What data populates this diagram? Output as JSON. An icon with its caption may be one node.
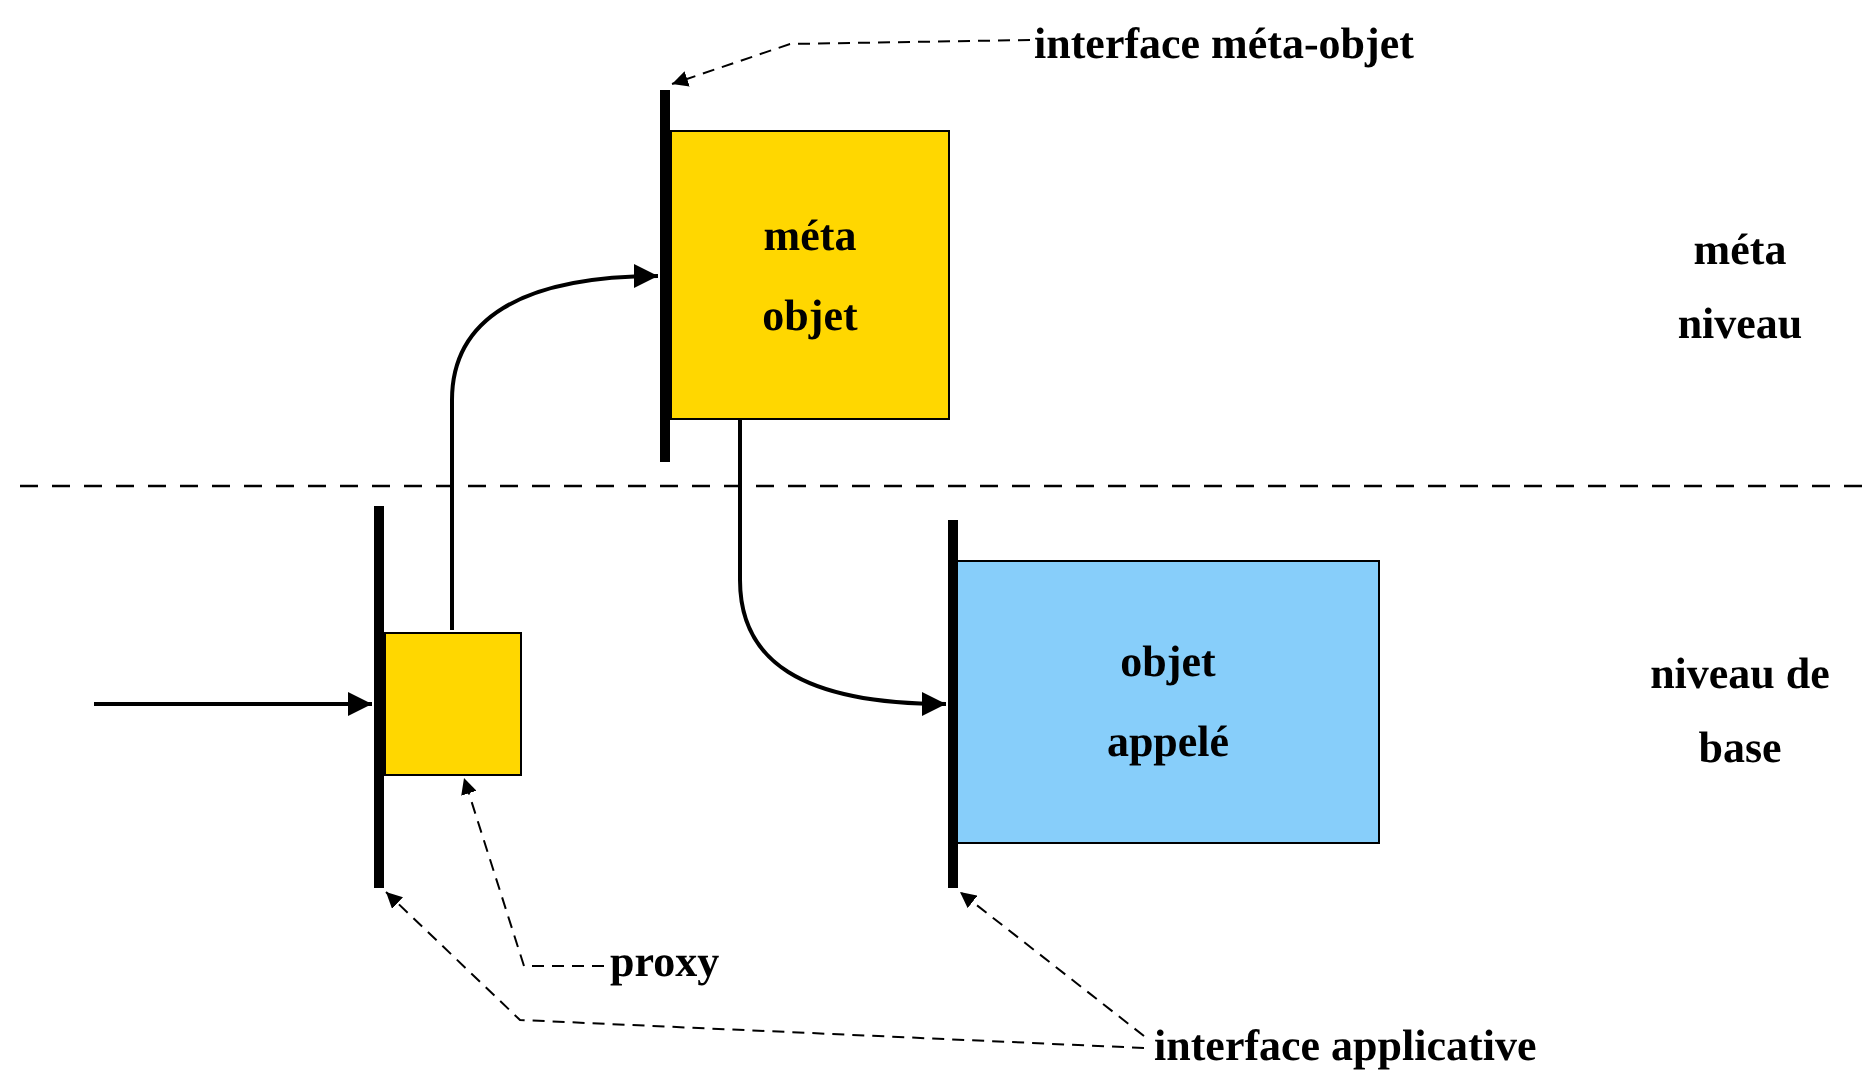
{
  "diagram": {
    "nodes": [
      {
        "text": [
          "interface méta-objet"
        ]
      },
      {
        "text": [],
        "shape": "bar"
      },
      {
        "text": [
          "méta objet"
        ]
      },
      {
        "text": [],
        "shape": "bar"
      },
      {
        "text": [],
        "shape": "box"
      },
      {
        "text": [],
        "shape": "bar"
      },
      {
        "text": [
          "objet appelé"
        ]
      },
      {
        "text": [
          "proxy"
        ]
      },
      {
        "text": [
          "interface applicative"
        ]
      }
    ],
    "edges": [
      {
        "from": null,
        "to": 3,
        "arrow": "to"
      },
      {
        "from": 4,
        "to": 1,
        "arrow": "to"
      },
      {
        "from": 2,
        "to": 5,
        "arrow": "to"
      },
      {
        "from": 0,
        "to": 1,
        "arrow": "to",
        "style": "dashed"
      },
      {
        "from": 7,
        "to": 4,
        "arrow": "to",
        "style": "dashed"
      },
      {
        "from": 8,
        "to": 3,
        "arrow": "to",
        "style": "dashed"
      },
      {
        "from": 8,
        "to": 5,
        "arrow": "to",
        "style": "dashed"
      }
    ],
    "labels": [
      "méta niveau",
      "niveau de base"
    ]
  }
}
